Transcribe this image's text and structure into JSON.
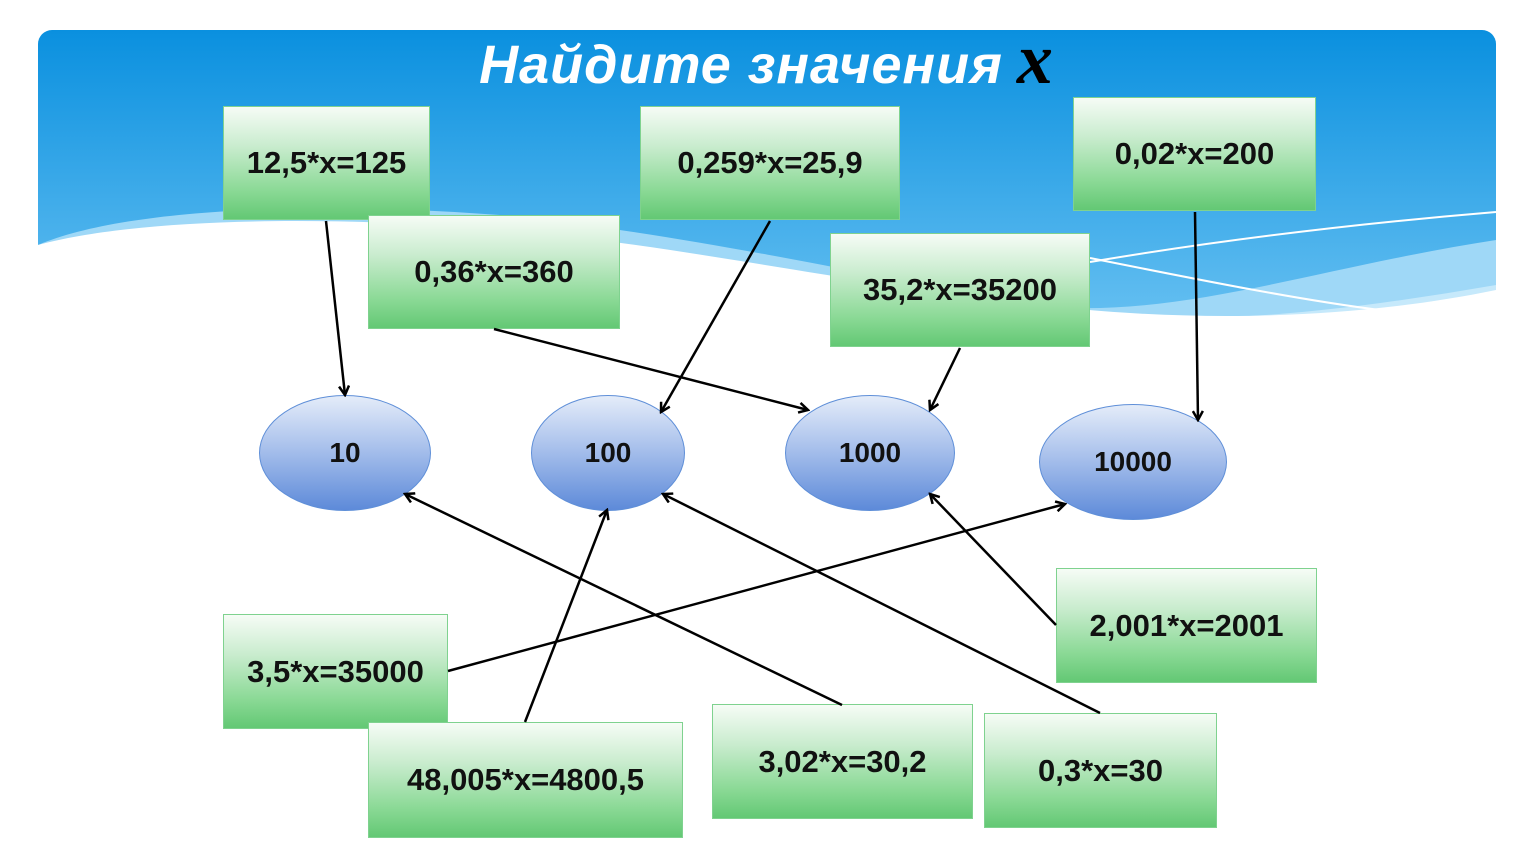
{
  "title": {
    "text": "Найдите значения",
    "variable": "x"
  },
  "equations": [
    {
      "id": "eq1",
      "text": "12,5*x=125",
      "answer": "10"
    },
    {
      "id": "eq2",
      "text": "0,259*x=25,9",
      "answer": "100"
    },
    {
      "id": "eq3",
      "text": "0,02*x=200",
      "answer": "10000"
    },
    {
      "id": "eq4",
      "text": "0,36*x=360",
      "answer": "1000"
    },
    {
      "id": "eq5",
      "text": "35,2*x=35200",
      "answer": "1000"
    },
    {
      "id": "eq6",
      "text": "3,5*x=35000",
      "answer": "10000"
    },
    {
      "id": "eq7",
      "text": "48,005*x=4800,5",
      "answer": "100"
    },
    {
      "id": "eq8",
      "text": "3,02*x=30,2",
      "answer": "10"
    },
    {
      "id": "eq9",
      "text": "0,3*x=30",
      "answer": "100"
    },
    {
      "id": "eq10",
      "text": "2,001*x=2001",
      "answer": "1000"
    }
  ],
  "answers": [
    "10",
    "100",
    "1000",
    "10000"
  ],
  "colors": {
    "header_blue": "#0a94e0",
    "box_green": "#63c874",
    "oval_blue": "#5d8ad9"
  }
}
